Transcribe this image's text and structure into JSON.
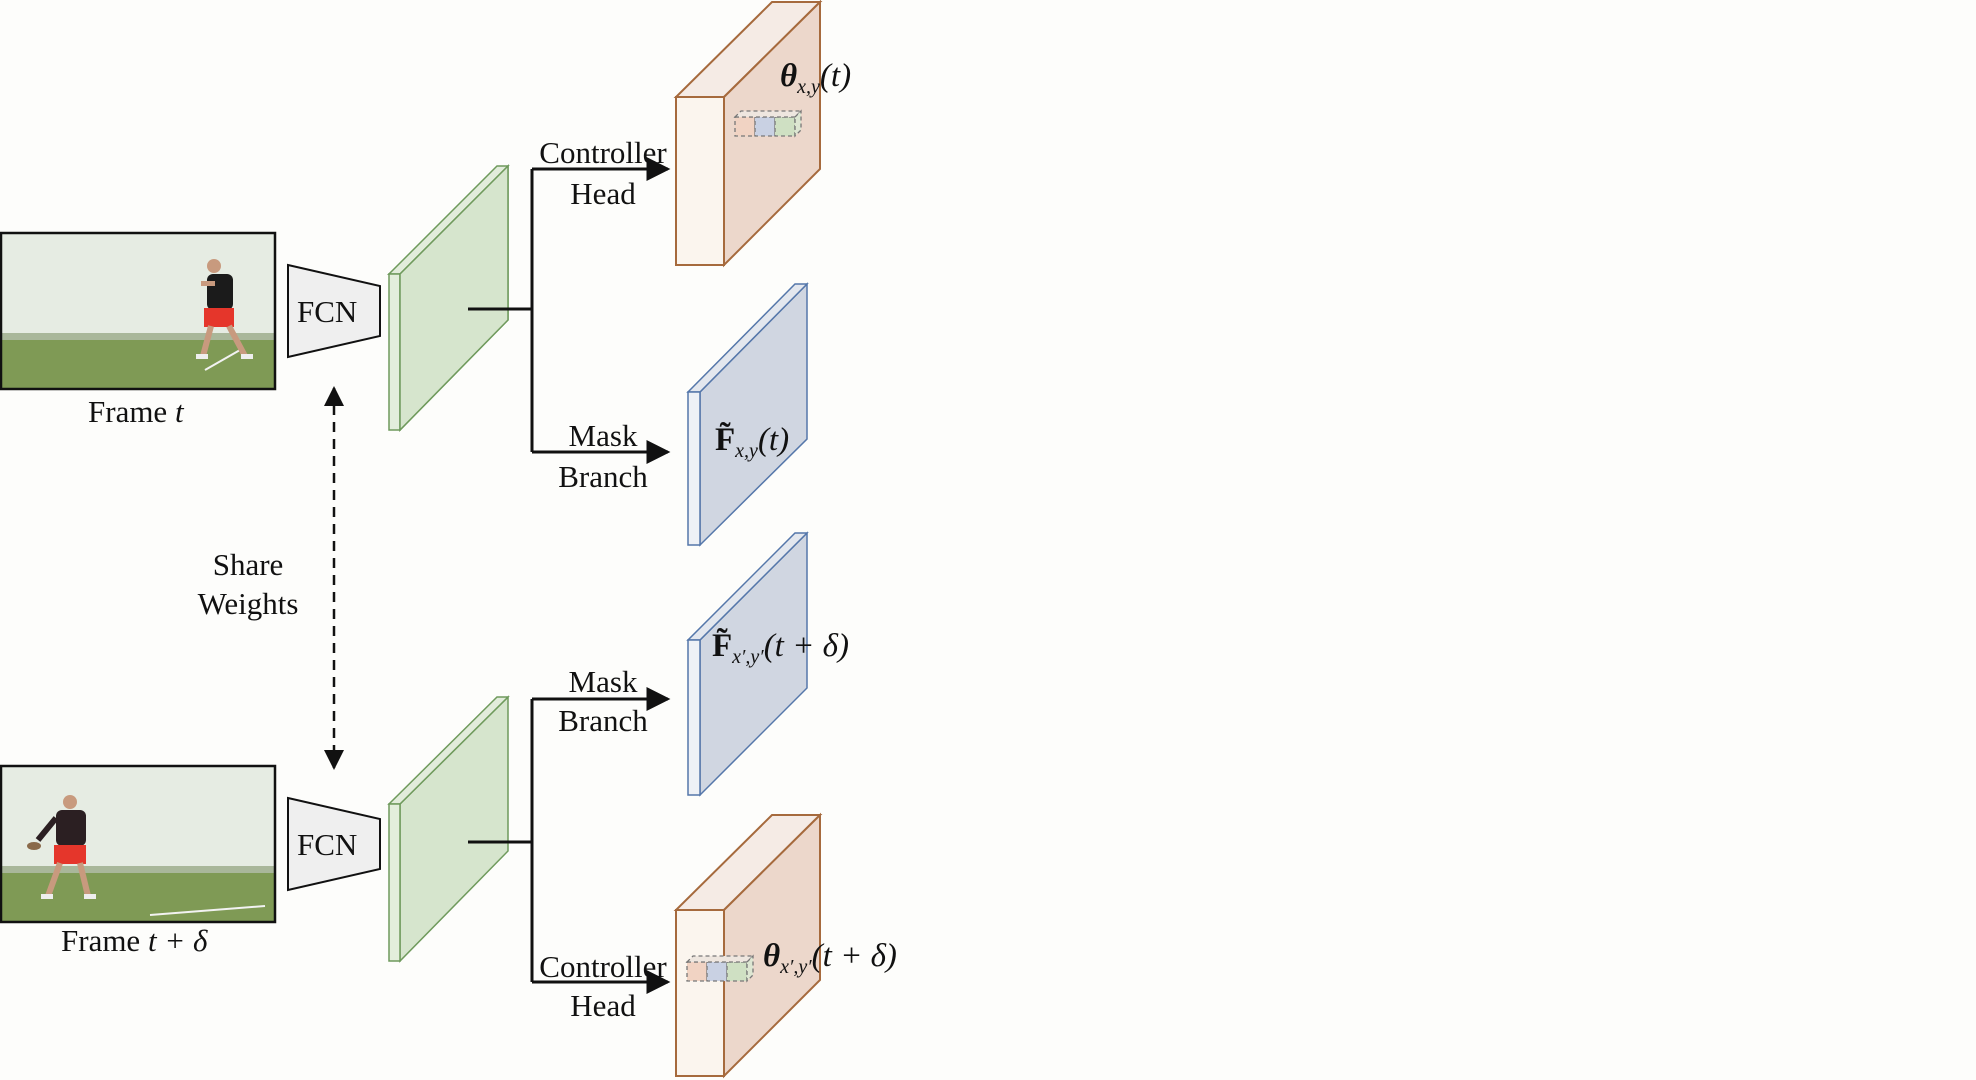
{
  "colors": {
    "green_fill": "#d8e6d2",
    "green_edge": "#6f9a5c",
    "orange_fill": "#f1e1d9",
    "orange_edge": "#a66a3d",
    "blue_fill": "#d5dae3",
    "blue_edge": "#5577aa",
    "court_green": "#7f9a55",
    "court_wall": "#e6ece3"
  },
  "frames": {
    "top": {
      "label_text": "Frame",
      "label_math": "t"
    },
    "bottom": {
      "label_text": "Frame",
      "label_math": "t + δ"
    }
  },
  "fcn_label": "FCN",
  "share_weights": {
    "line1": "Share",
    "line2": "Weights"
  },
  "heads": {
    "top_controller": {
      "line1": "Controller",
      "line2": "Head"
    },
    "top_mask": {
      "line1": "Mask",
      "line2": "Branch"
    },
    "bottom_mask": {
      "line1": "Mask",
      "line2": "Branch"
    },
    "bottom_controller": {
      "line1": "Controller",
      "line2": "Head"
    }
  },
  "math": {
    "theta_top": {
      "symbol": "θ",
      "sub": "x,y",
      "arg": "(t)"
    },
    "F_top": {
      "symbol": "F̃",
      "sub": "x,y",
      "arg": "(t)"
    },
    "F_bottom": {
      "symbol": "F̃",
      "sub": "x′,y′",
      "arg": "(t + δ)"
    },
    "theta_bottom": {
      "symbol": "θ",
      "sub": "x′,y′",
      "arg": "(t + δ)"
    }
  }
}
